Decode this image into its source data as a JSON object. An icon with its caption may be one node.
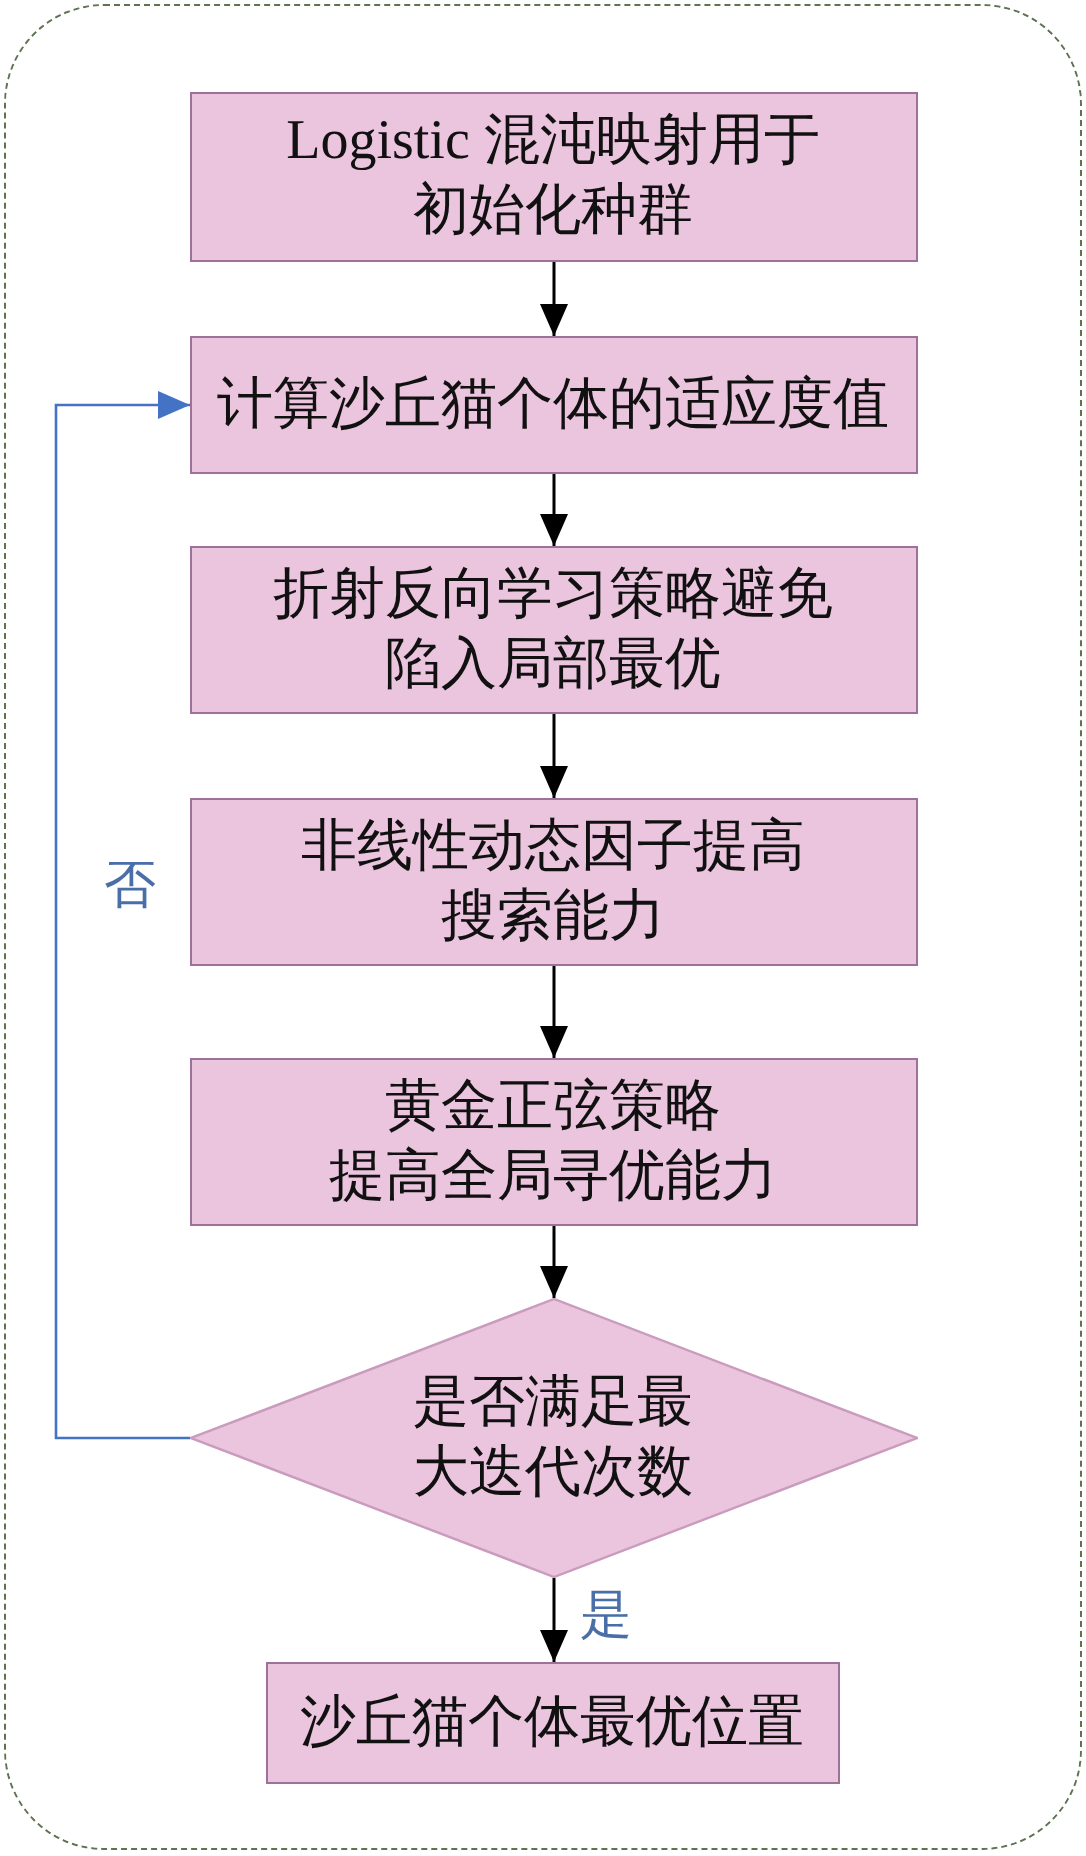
{
  "diagram": {
    "nodes": [
      {
        "text": [],
        "shape": "box"
      },
      {
        "text": [
          "Logistic 混沌映射用于初始化种群"
        ],
        "in": 0
      },
      {
        "text": [
          "计算沙丘猫个体的适应度值"
        ],
        "in": 0
      },
      {
        "text": [
          "折射反向学习策略避免陷入局部最优"
        ],
        "in": 0
      },
      {
        "text": [
          "非线性动态因子提高搜索能力"
        ],
        "in": 0
      },
      {
        "text": [
          "黄金正弦策略提高全局寻优能力"
        ],
        "in": 0
      },
      {
        "text": [
          "是否满足最大迭代次数"
        ],
        "in": 0
      },
      {
        "text": [
          "沙丘猫个体最优位置"
        ],
        "in": 0
      }
    ],
    "edges": [
      {
        "from": 1,
        "to": 2,
        "arrow": "to"
      },
      {
        "from": 2,
        "to": 3,
        "arrow": "to"
      },
      {
        "from": 3,
        "to": 4,
        "arrow": "to"
      },
      {
        "from": 4,
        "to": 5,
        "arrow": "to"
      },
      {
        "from": 5,
        "to": 6,
        "arrow": "to"
      },
      {
        "from": 6,
        "to": 7,
        "arrow": "to",
        "label": "是"
      },
      {
        "from": 6,
        "to": 2,
        "arrow": "to",
        "label": "否",
        "color": "#4472c4"
      }
    ]
  }
}
